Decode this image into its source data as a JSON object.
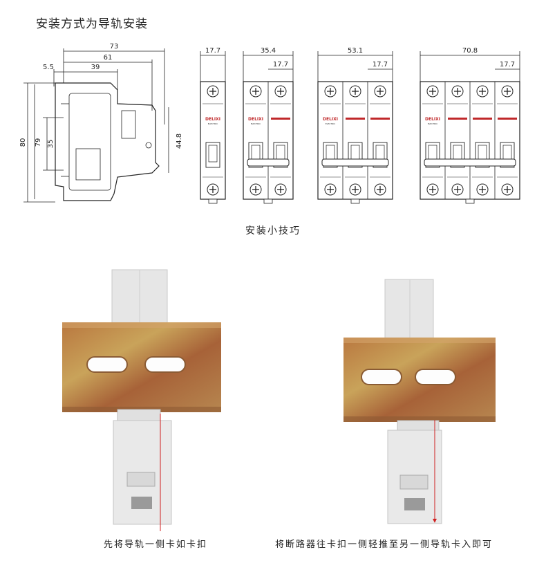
{
  "heading": "安装方式为导轨安装",
  "side_view": {
    "dims": {
      "total_width": "73",
      "body_width": "61",
      "offset": "5.5",
      "front_width": "39",
      "height_80": "80",
      "height_79": "79",
      "height_35": "35",
      "height_44_8": "44.8"
    }
  },
  "modules": [
    {
      "width_label": "17.7",
      "poles": 1
    },
    {
      "width_label": "35.4",
      "pole_label": "17.7",
      "poles": 2
    },
    {
      "width_label": "53.1",
      "pole_label": "17.7",
      "poles": 3
    },
    {
      "width_label": "70.8",
      "pole_label": "17.7",
      "poles": 4
    }
  ],
  "brand": {
    "name": "DELIXI",
    "sub": "ELECTRIC",
    "color": "#c0282a"
  },
  "tips_title": "安装小技巧",
  "steps": [
    {
      "caption": "先将导轨一侧卡如卡扣"
    },
    {
      "caption": "将断路器往卡扣一侧轻推至另一侧导轨卡入即可"
    }
  ],
  "colors": {
    "rail_rust": "#b0683a",
    "rail_yellow": "#c4a054",
    "arrow": "#d02020",
    "breaker": "#e8e8e8"
  }
}
